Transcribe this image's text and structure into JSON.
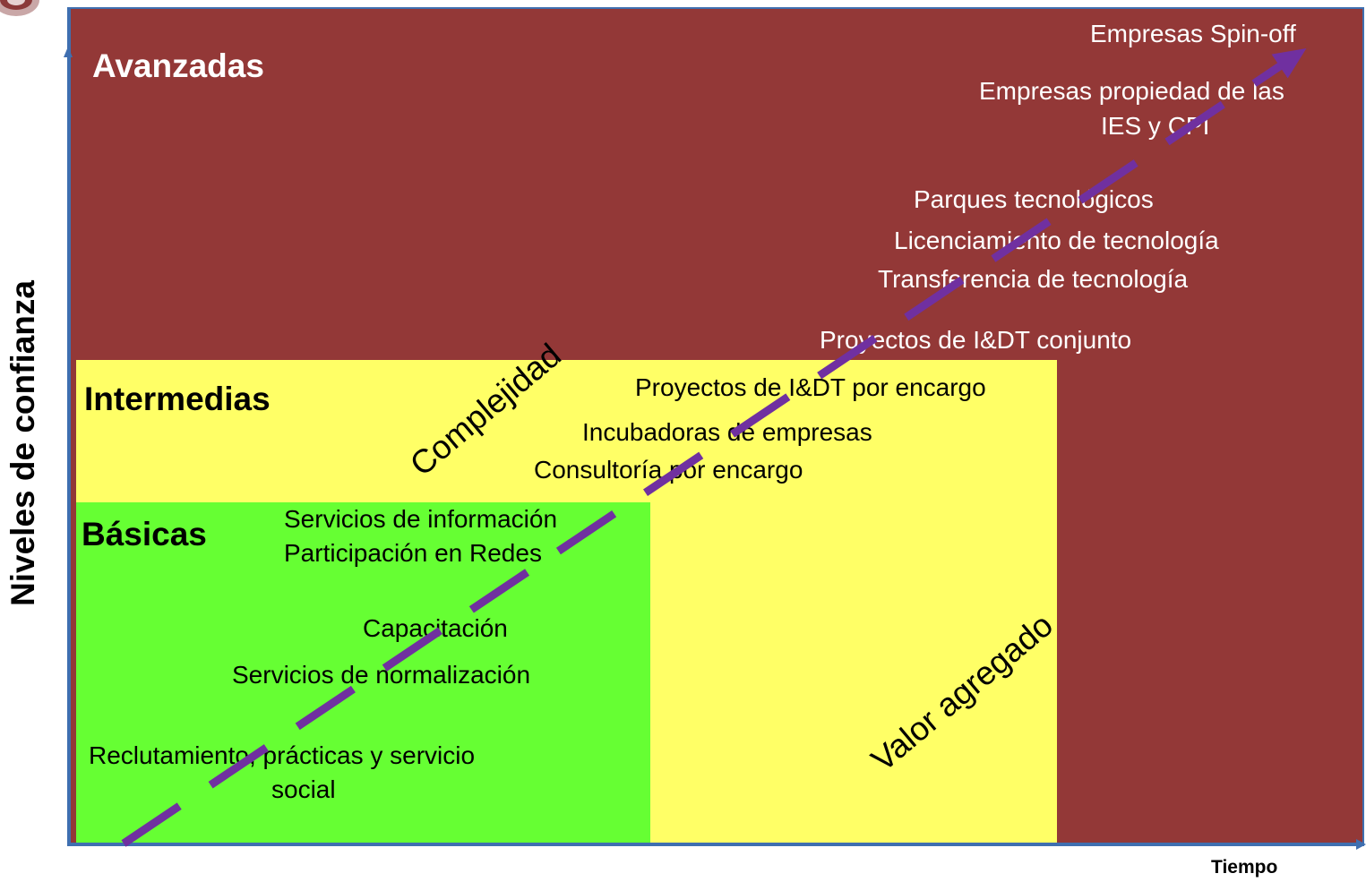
{
  "axes": {
    "y_label": "Niveles de confianza",
    "x_label": "Tiempo"
  },
  "zones": {
    "avanzadas": {
      "title": "Avanzadas",
      "color": "#933837",
      "items": [
        "Empresas Spin-off",
        "Empresas propiedad de las",
        "IES y CPI",
        "Parques tecnológicos",
        "Licenciamiento de tecnología",
        "Transferencia de tecnología",
        "Proyectos de I&DT conjunto"
      ]
    },
    "intermedias": {
      "title": "Intermedias",
      "color": "#ffff66",
      "items": [
        "Proyectos de I&DT por encargo",
        "Incubadoras de empresas",
        "Consultoría por encargo"
      ]
    },
    "basicas": {
      "title": "Básicas",
      "color": "#66ff33",
      "items": [
        "Servicios de información",
        "Participación en Redes",
        "Capacitación",
        "Servicios de normalización",
        "Reclutamiento, prácticas y servicio",
        "social"
      ]
    }
  },
  "diagonal_labels": {
    "upper": "Complejidad",
    "lower": "Valor agregado"
  },
  "colors": {
    "axis": "#3f6fb0",
    "arrow": "#7030a0"
  },
  "icons": {
    "logo": "institution-seal-fragment",
    "arrow": "dashed-diagonal-arrow"
  }
}
